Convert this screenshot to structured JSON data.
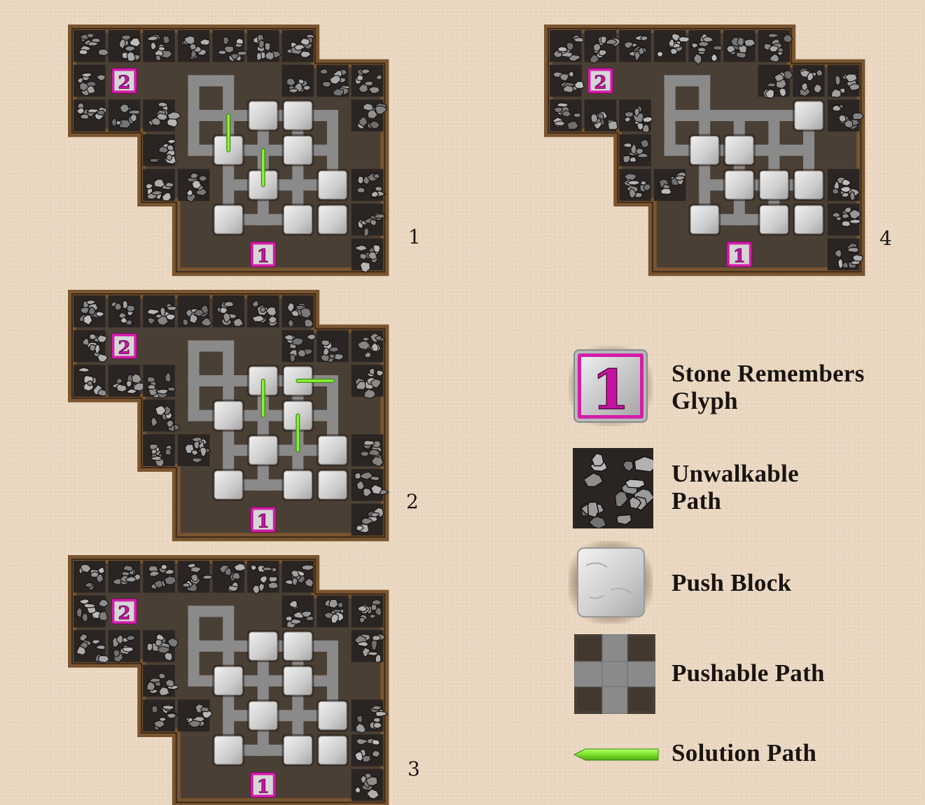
{
  "steps": [
    {
      "number": "1",
      "blocks": [
        [
          5,
          2
        ],
        [
          6,
          2
        ],
        [
          4,
          3
        ],
        [
          6,
          3
        ],
        [
          5,
          4
        ],
        [
          7,
          4
        ],
        [
          4,
          5
        ],
        [
          6,
          5
        ],
        [
          7,
          5
        ]
      ],
      "arrows": [
        {
          "from": [
            4,
            2
          ],
          "to": [
            4,
            3
          ],
          "direction": "down"
        },
        {
          "from": [
            5,
            3
          ],
          "to": [
            5,
            4
          ],
          "direction": "down"
        }
      ]
    },
    {
      "number": "2",
      "blocks": [
        [
          5,
          2
        ],
        [
          6,
          2
        ],
        [
          4,
          3
        ],
        [
          6,
          3
        ],
        [
          5,
          4
        ],
        [
          7,
          4
        ],
        [
          4,
          5
        ],
        [
          6,
          5
        ],
        [
          7,
          5
        ]
      ],
      "arrows": [
        {
          "from": [
            5,
            2
          ],
          "to": [
            5,
            3
          ],
          "direction": "down"
        },
        {
          "from": [
            6,
            2
          ],
          "to": [
            7,
            2
          ],
          "direction": "right"
        },
        {
          "from": [
            6,
            3
          ],
          "to": [
            6,
            4
          ],
          "direction": "down"
        }
      ]
    },
    {
      "number": "3",
      "blocks": [
        [
          5,
          2
        ],
        [
          6,
          2
        ],
        [
          4,
          3
        ],
        [
          6,
          3
        ],
        [
          5,
          4
        ],
        [
          7,
          4
        ],
        [
          4,
          5
        ],
        [
          6,
          5
        ],
        [
          7,
          5
        ]
      ],
      "arrows": []
    },
    {
      "number": "4",
      "blocks": [
        [
          7,
          2
        ],
        [
          4,
          3
        ],
        [
          5,
          3
        ],
        [
          5,
          4
        ],
        [
          6,
          4
        ],
        [
          7,
          4
        ],
        [
          4,
          5
        ],
        [
          6,
          5
        ],
        [
          7,
          5
        ]
      ],
      "arrows": []
    }
  ],
  "glyphs": [
    {
      "label": "2",
      "cell": [
        1,
        1
      ]
    },
    {
      "label": "1",
      "cell": [
        5,
        6
      ]
    }
  ],
  "legend": [
    {
      "icon": "stone-remembers-glyph-icon",
      "glyph": "1",
      "label": "Stone Remembers Glyph"
    },
    {
      "icon": "rubble-icon",
      "label": "Unwalkable Path"
    },
    {
      "icon": "push-block-icon",
      "label": "Push Block"
    },
    {
      "icon": "pushable-path-icon",
      "label": "Pushable Path"
    },
    {
      "icon": "green-arrow-icon",
      "label": "Solution Path"
    }
  ],
  "colors": {
    "floor": "#4a3f35",
    "border": "#7a5530",
    "path": "#8a8a8a",
    "glyph": "#d21ea8",
    "arrow": "#7de02a",
    "block": "#d8d8d8"
  }
}
